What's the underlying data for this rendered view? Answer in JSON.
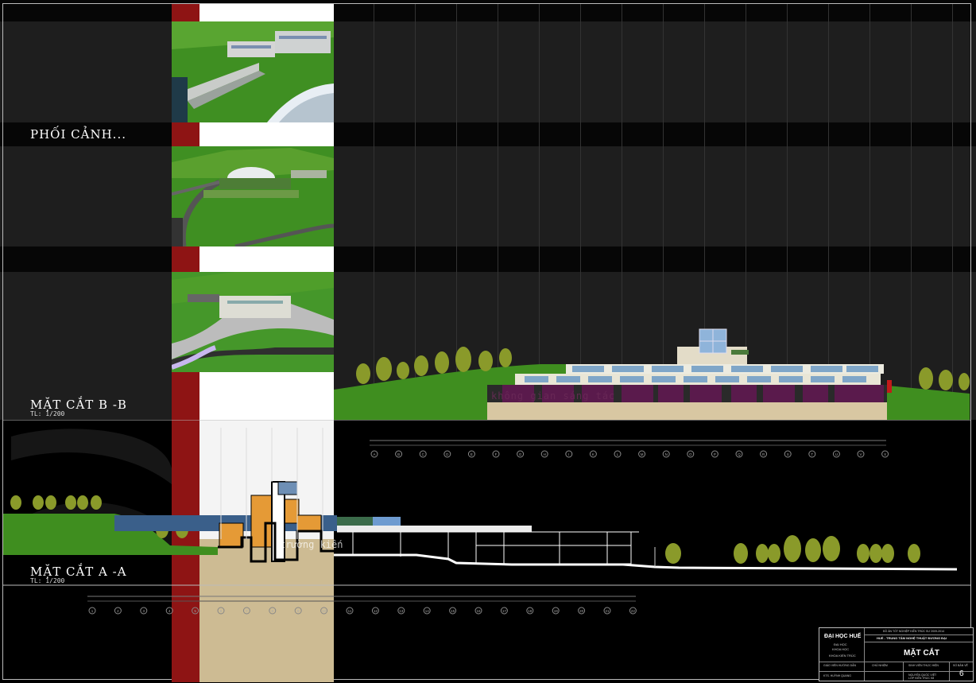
{
  "labels": {
    "perspective": "PHỐI CẢNH...",
    "section_bb": "MẶT CẮT B -B",
    "section_bb_scale": "TL: 1/200",
    "section_aa": "MẶT CẮT A -A",
    "section_aa_scale": "TL: 1/200"
  },
  "watermarks": [
    "không gian sáng tác",
    "trường kiến"
  ],
  "axis_letters": [
    "A",
    "B",
    "C",
    "D",
    "E",
    "F",
    "G",
    "H",
    "I",
    "K",
    "L",
    "M",
    "N",
    "O",
    "P",
    "Q",
    "R",
    "S",
    "T",
    "U",
    "V",
    "X"
  ],
  "axis_numbers": [
    "1",
    "2",
    "3",
    "4",
    "5",
    "6",
    "7",
    "8",
    "9",
    "10",
    "11",
    "12",
    "13",
    "14",
    "15",
    "16",
    "17",
    "18",
    "19",
    "20",
    "21",
    "22"
  ],
  "title_block": {
    "university": "ĐẠI HỌC HUẾ",
    "school_line1": "ĐẠI HỌC",
    "school_line2": "KHOA HỌC",
    "department": "KHOA KIẾN TRÚC",
    "header_note": "ĐỒ ÁN TỐT NGHIỆP KIẾN TRÚC SƯ 2009-2014",
    "project": "HUẾ - TRUNG TÂM NGHỆ THUẬT ĐƯƠNG ĐẠI",
    "drawing_title": "MẶT CẮT",
    "sheet_label": "SỐ BẢN VẼ",
    "sheet_number": "6",
    "row1": [
      "GIÁO VIÊN HƯỚNG DẪN",
      "CHỦ NHIỆM",
      "SINH VIÊN THỰC HIỆN"
    ],
    "row2": [
      "KTS. HUỲNH QUANG",
      "NGUYỄN QUỐC VIỆT",
      "LỚP KIẾN TRÚC K8"
    ]
  },
  "colors": {
    "accent_red": "#8e1414",
    "grass": "#3f8e1f",
    "band_dark": "#1f1f1f",
    "band_black": "#060606",
    "facade_purple": "#5a1a4c",
    "sand": "#c9b894",
    "orange": "#e59a36"
  }
}
